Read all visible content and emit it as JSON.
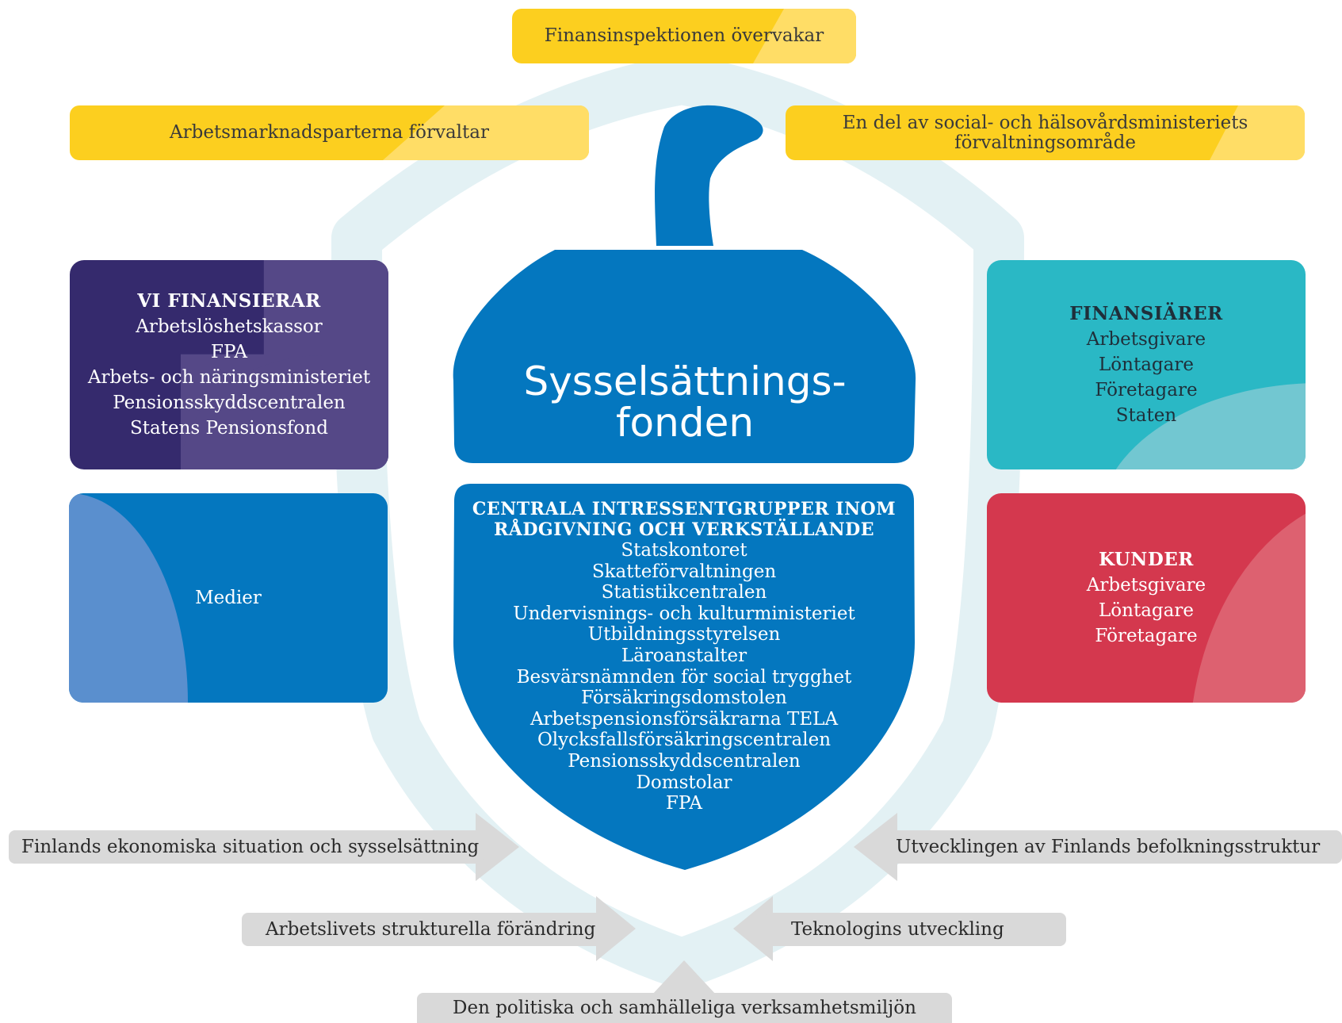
{
  "top": {
    "supervisor": "Finansinspektionen övervakar",
    "left": "Arbetsmarknadsparterna förvaltar",
    "right_line1": "En del av social- och hälsovårdsministeriets",
    "right_line2": "förvaltningsområde"
  },
  "center": {
    "title_line1": "Sysselsättnings-",
    "title_line2": "fonden",
    "stakeholders_heading_line1": "CENTRALA INTRESSENTGRUPPER INOM",
    "stakeholders_heading_line2": "RÅDGIVNING OCH VERKSTÄLLANDE",
    "stakeholders": [
      "Statskontoret",
      "Skatteförvaltningen",
      "Statistikcentralen",
      "Undervisnings- och kulturministeriet",
      "Utbildningsstyrelsen",
      "Läroanstalter",
      "Besvärsnämnden för social trygghet",
      "Försäkringsdomstolen",
      "Arbetspensionsförsäkrarna TELA",
      "Olycksfallsförsäkringscentralen",
      "Pensionsskyddscentralen",
      "Domstolar",
      "FPA"
    ]
  },
  "we_finance": {
    "heading": "VI FINANSIERAR",
    "items": [
      "Arbetslöshetskassor",
      "FPA",
      "Arbets- och näringsministeriet",
      "Pensionsskyddscentralen",
      "Statens Pensionsfond"
    ]
  },
  "media": {
    "label": "Medier"
  },
  "financiers": {
    "heading": "FINANSIÄRER",
    "items": [
      "Arbetsgivare",
      "Löntagare",
      "Företagare",
      "Staten"
    ]
  },
  "customers": {
    "heading": "KUNDER",
    "items": [
      "Arbetsgivare",
      "Löntagare",
      "Företagare"
    ]
  },
  "influences": {
    "economy": "Finlands ekonomiska situation och sysselsättning",
    "population": "Utvecklingen av Finlands befolkningsstruktur",
    "work_life": "Arbetslivets strukturella förändring",
    "technology": "Teknologins utveckling",
    "politics": "Den politiska och samhälleliga verksamhetsmiljön"
  },
  "colors": {
    "fund_blue": "#0477bf",
    "purple": "#352a6d",
    "teal": "#2ab8c5",
    "red": "#d4384e",
    "yellow": "#fccf1f",
    "ring": "#e3f1f4",
    "gray": "#d9d9d9"
  }
}
